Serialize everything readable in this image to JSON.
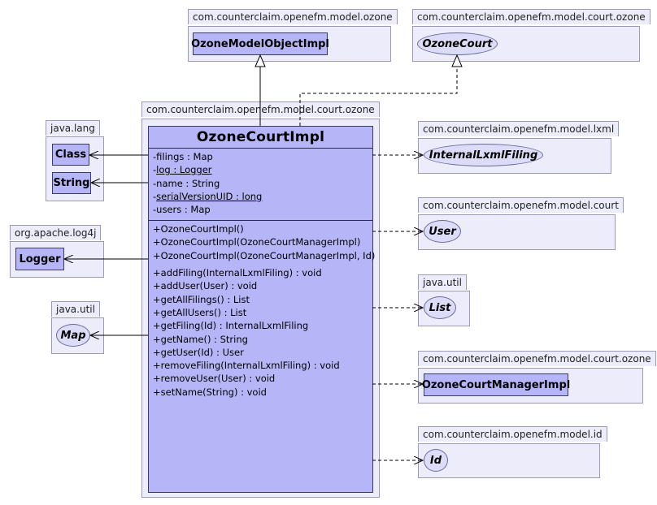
{
  "packages": {
    "ozone_model": "com.counterclaim.openefm.model.ozone",
    "court_ozone_top": "com.counterclaim.openefm.model.court.ozone",
    "court_ozone_main": "com.counterclaim.openefm.model.court.ozone",
    "java_lang": "java.lang",
    "log4j": "org.apache.log4j",
    "java_util_left": "java.util",
    "lxml": "com.counterclaim.openefm.model.lxml",
    "court": "com.counterclaim.openefm.model.court",
    "java_util_right": "java.util",
    "court_ozone_right": "com.counterclaim.openefm.model.court.ozone",
    "id": "com.counterclaim.openefm.model.id"
  },
  "classes": {
    "ozone_model_object_impl": "OzoneModelObjectImpl",
    "ozone_court": "OzoneCourt",
    "class": "Class",
    "string": "String",
    "logger": "Logger",
    "map": "Map",
    "internal_lxml_filing": "InternalLxmlFiling",
    "user": "User",
    "list": "List",
    "ozone_court_manager_impl": "OzoneCourtManagerImpl",
    "id": "Id"
  },
  "main_class": {
    "name": "OzoneCourtImpl",
    "fields": [
      {
        "text": "filings : Map",
        "visibility": "-",
        "static": false
      },
      {
        "text": "log : Logger",
        "visibility": "-",
        "static": true
      },
      {
        "text": "name : String",
        "visibility": "-",
        "static": false
      },
      {
        "text": "serialVersionUID : long",
        "visibility": "-",
        "static": true
      },
      {
        "text": "users : Map",
        "visibility": "-",
        "static": false
      }
    ],
    "constructors": [
      {
        "text": "OzoneCourtImpl()",
        "visibility": "+"
      },
      {
        "text": "OzoneCourtImpl(OzoneCourtManagerImpl)",
        "visibility": "+"
      },
      {
        "text": "OzoneCourtImpl(OzoneCourtManagerImpl, Id)",
        "visibility": "+"
      }
    ],
    "methods": [
      {
        "text": "addFiling(InternalLxmlFiling) : void",
        "visibility": "+"
      },
      {
        "text": "addUser(User) : void",
        "visibility": "+"
      },
      {
        "text": "getAllFilings() : List",
        "visibility": "+"
      },
      {
        "text": "getAllUsers() : List",
        "visibility": "+"
      },
      {
        "text": "getFiling(Id) : InternalLxmlFiling",
        "visibility": "+"
      },
      {
        "text": "getName() : String",
        "visibility": "+"
      },
      {
        "text": "getUser(Id) : User",
        "visibility": "+"
      },
      {
        "text": "removeFiling(InternalLxmlFiling) : void",
        "visibility": "+"
      },
      {
        "text": "removeUser(User) : void",
        "visibility": "+"
      },
      {
        "text": "setName(String) : void",
        "visibility": "+"
      }
    ]
  },
  "colors": {
    "class_fill": "#b5b5f8",
    "interface_fill": "#dcdcf8",
    "package_fill": "#ececfb",
    "line": "#000000"
  }
}
